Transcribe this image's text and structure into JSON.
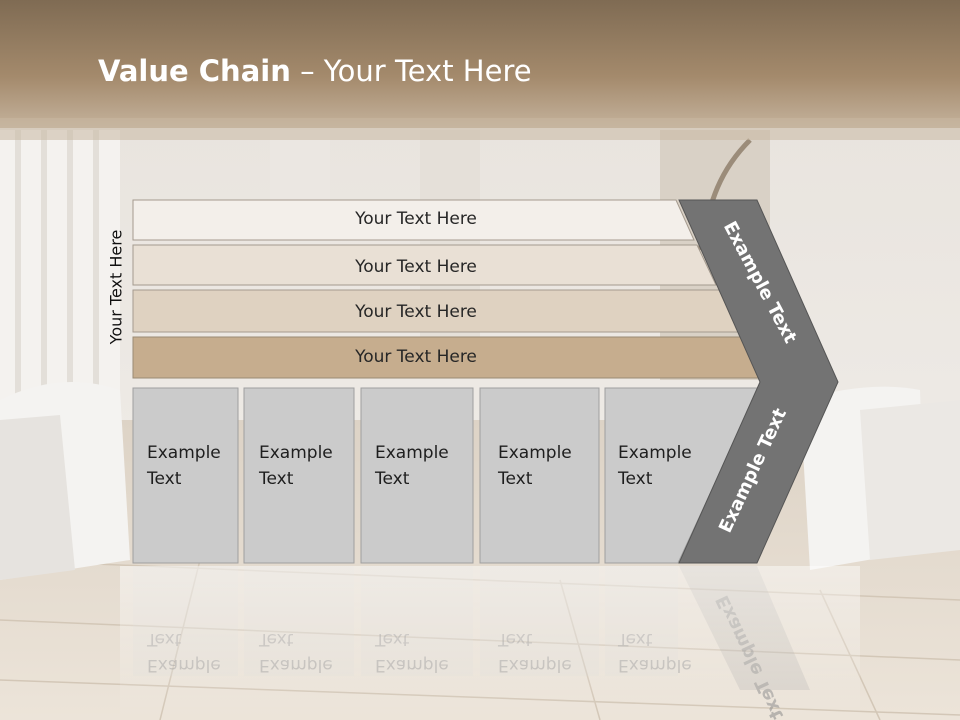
{
  "title": {
    "bold": "Value Chain",
    "rest": " – Your Text Here"
  },
  "side_label": "Your Text Here",
  "bands": [
    {
      "label": "Your Text Here",
      "color": "#f3efea"
    },
    {
      "label": "Your Text Here",
      "color": "#e9e0d5"
    },
    {
      "label": "Your Text Here",
      "color": "#dfd2c1"
    },
    {
      "label": "Your Text Here",
      "color": "#c6ad8e"
    }
  ],
  "activities": [
    {
      "line1": "Example",
      "line2": "Text"
    },
    {
      "line1": "Example",
      "line2": "Text"
    },
    {
      "line1": "Example",
      "line2": "Text"
    },
    {
      "line1": "Example",
      "line2": "Text"
    },
    {
      "line1": "Example",
      "line2": "Text"
    }
  ],
  "chevron": {
    "upper_text": "Example Text",
    "lower_text": "Example Text",
    "color": "#737373"
  },
  "colors": {
    "header": "#9a8265",
    "activity_box": "#cbcbcb"
  }
}
